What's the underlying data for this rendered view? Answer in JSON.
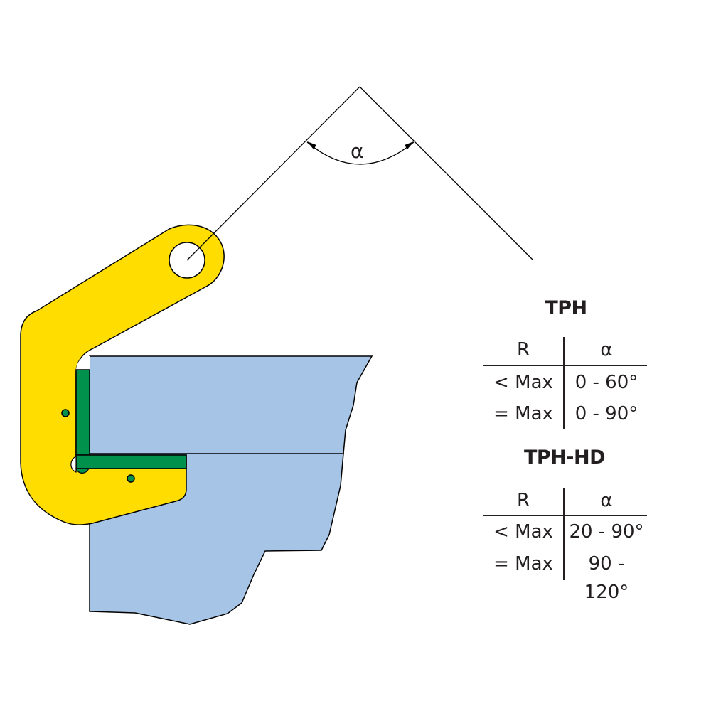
{
  "diagram": {
    "angle_label": "α",
    "colors": {
      "clamp_body": "#ffdd00",
      "clamp_jaw_pads": "#00914c",
      "load_plate": "#a6c5e6",
      "outline": "#000000",
      "background": "#ffffff"
    },
    "parts": {
      "clamp": "yellow lifting clamp",
      "pads": "green jaw pads",
      "load": "blue plate load",
      "sling_angle": "α"
    }
  },
  "tables": [
    {
      "title": "TPH",
      "headers": [
        "R",
        "α"
      ],
      "rows": [
        {
          "r": "< Max",
          "alpha": "0 - 60°"
        },
        {
          "r": "= Max",
          "alpha": "0 - 90°"
        }
      ]
    },
    {
      "title": "TPH-HD",
      "headers": [
        "R",
        "α"
      ],
      "rows": [
        {
          "r": "< Max",
          "alpha": "20 - 90°"
        },
        {
          "r": "= Max",
          "alpha": "90 - 120°"
        }
      ]
    }
  ]
}
